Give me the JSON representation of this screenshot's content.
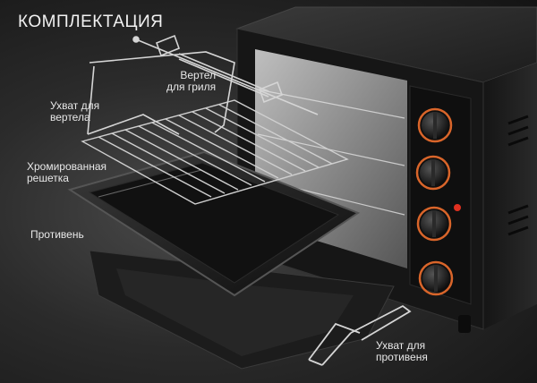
{
  "title": "КОМПЛЕКТАЦИЯ",
  "labels": {
    "spit": "Вертел\nдля гриля",
    "spit_holder": "Ухват для\nвертела",
    "rack": "Хромированная\nрешетка",
    "tray": "Противень",
    "tray_holder": "Ухват для\nпротивеня"
  },
  "colors": {
    "background": "#2b2b2b",
    "oven_body": "#1a1a1a",
    "knob_ring": "#d9652a",
    "indicator": "#e03020",
    "chrome": "#cfcfcf"
  },
  "icons": {
    "knobs": "oven-control-knob",
    "indicator": "power-indicator-light"
  }
}
